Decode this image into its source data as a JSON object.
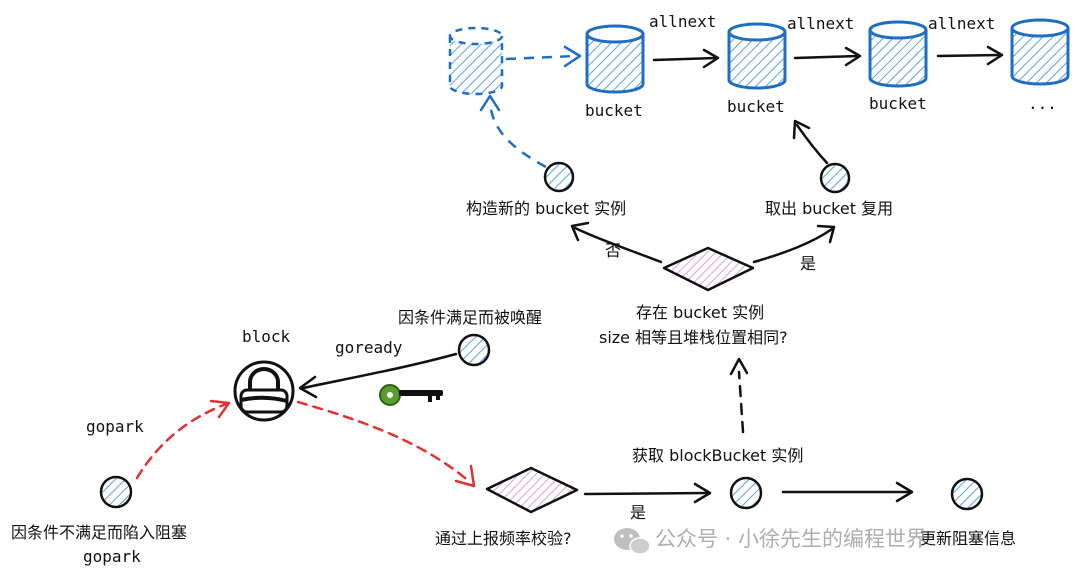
{
  "colors": {
    "blue": "#1e6fc4",
    "hatch_blue": "#5aa3e6",
    "red": "#e03232",
    "black": "#111111",
    "purple_hatch": "#c58be0",
    "key_green": "#5a9e2c"
  },
  "bucket_chain": {
    "new_bucket_icon": "dashed-cylinder-icon",
    "bucket_label": "bucket",
    "link_label": "allnext",
    "ellipsis": "..."
  },
  "nodes": {
    "construct_new": "构造新的 bucket 实例",
    "reuse": "取出 bucket 复用",
    "decision_exists": {
      "line1": "存在 bucket 实例",
      "line2": "size 相等且堆栈位置相同?"
    },
    "yes": "是",
    "no": "否",
    "block": "block",
    "woken": "因条件满足而被唤醒",
    "goready": "goready",
    "gopark": "gopark",
    "trapped_line1": "因条件不满足而陷入阻塞",
    "trapped_line2": "gopark",
    "rate_check": "通过上报频率校验?",
    "rate_yes": "是",
    "get_block_bucket": "获取 blockBucket 实例",
    "update_info": "更新阻塞信息"
  },
  "watermark": {
    "icon": "wechat-icon",
    "text": "公众号 · 小徐先生的编程世界"
  }
}
